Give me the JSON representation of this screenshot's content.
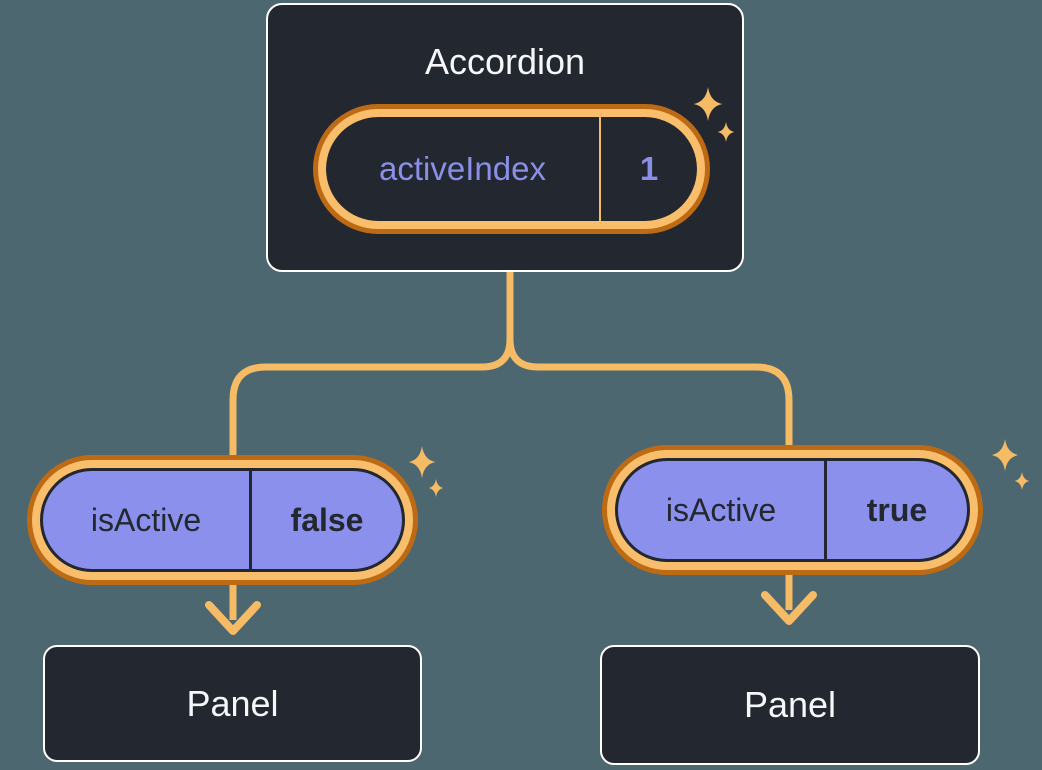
{
  "background": "#4C6770",
  "palette": {
    "node_fill": "#23272F",
    "node_border": "#FFFFFF",
    "node_text": "#F6F7F9",
    "state_text": "#8A8FE8",
    "prop_pill_fill": "#8A90EC",
    "prop_pill_text": "#23272F",
    "pill_ring_light": "#F8BE6B",
    "pill_ring_dark": "#BD6A15",
    "connector": "#F6BB65"
  },
  "root_component": {
    "title": "Accordion",
    "state_pill": {
      "label": "activeIndex",
      "value": "1"
    }
  },
  "children": [
    {
      "prop_pill": {
        "label": "isActive",
        "value": "false"
      },
      "panel_title": "Panel"
    },
    {
      "prop_pill": {
        "label": "isActive",
        "value": "true"
      },
      "panel_title": "Panel"
    }
  ],
  "icons": {
    "sparkle": "sparkle-icon"
  }
}
